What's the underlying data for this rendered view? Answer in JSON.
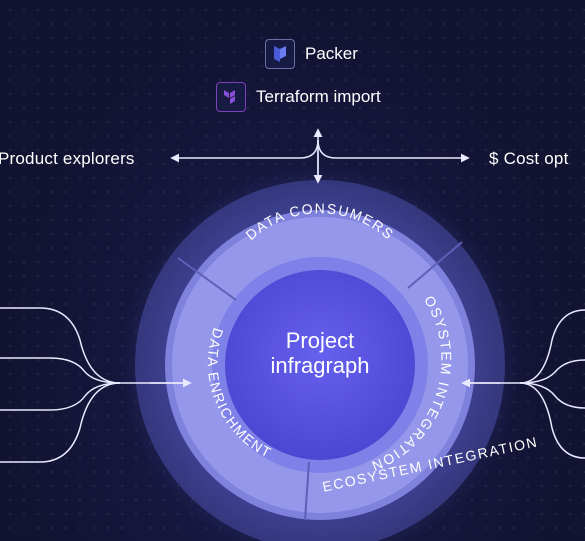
{
  "top_tools": [
    {
      "icon": "packer-icon",
      "label": "Packer",
      "color": "#4a5bd9"
    },
    {
      "icon": "terraform-icon",
      "label": "Terraform import",
      "color": "#7b42bc"
    }
  ],
  "left_output": "Product explorers",
  "right_output": {
    "symbol": "$",
    "label": "Cost opt"
  },
  "center": {
    "line1": "Project",
    "line2": "infragraph"
  },
  "segments": {
    "top": "DATA CONSUMERS",
    "right": "ECOSYSTEM INTEGRATION",
    "bottom": "ECOSYSTEM INTEGRATION",
    "left": "DATA ENRICHMENT"
  },
  "colors": {
    "background": "#13143a",
    "outer_ring": "#4b4fa8",
    "middle_ring": "#8d90e8",
    "inner_ring": "#a7a9f2",
    "core": "#5550e0",
    "lines": "#e9e9ff"
  }
}
